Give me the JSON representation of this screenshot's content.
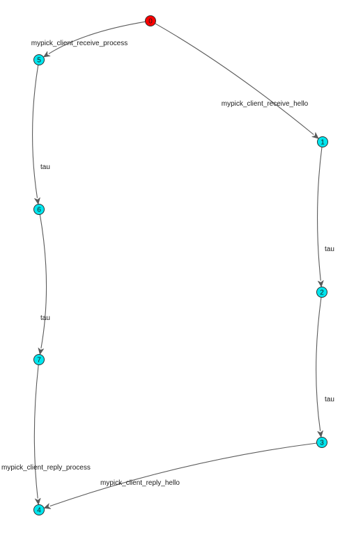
{
  "colors": {
    "initial_state": "#ff0000",
    "state": "#00e5ee",
    "edge": "#5a5a5a"
  },
  "states": [
    {
      "id": "0",
      "label": "0",
      "initial": true
    },
    {
      "id": "1",
      "label": "1"
    },
    {
      "id": "2",
      "label": "2"
    },
    {
      "id": "3",
      "label": "3"
    },
    {
      "id": "4",
      "label": "4"
    },
    {
      "id": "5",
      "label": "5"
    },
    {
      "id": "6",
      "label": "6"
    },
    {
      "id": "7",
      "label": "7"
    }
  ],
  "transitions": [
    {
      "from": "0",
      "to": "5",
      "label": "mypick_client_receive_process"
    },
    {
      "from": "0",
      "to": "1",
      "label": "mypick_client_receive_hello"
    },
    {
      "from": "5",
      "to": "6",
      "label": "tau"
    },
    {
      "from": "6",
      "to": "7",
      "label": "tau"
    },
    {
      "from": "7",
      "to": "4",
      "label": "mypick_client_reply_process"
    },
    {
      "from": "1",
      "to": "2",
      "label": "tau"
    },
    {
      "from": "2",
      "to": "3",
      "label": "tau"
    },
    {
      "from": "3",
      "to": "4",
      "label": "mypick_client_reply_hello"
    }
  ]
}
